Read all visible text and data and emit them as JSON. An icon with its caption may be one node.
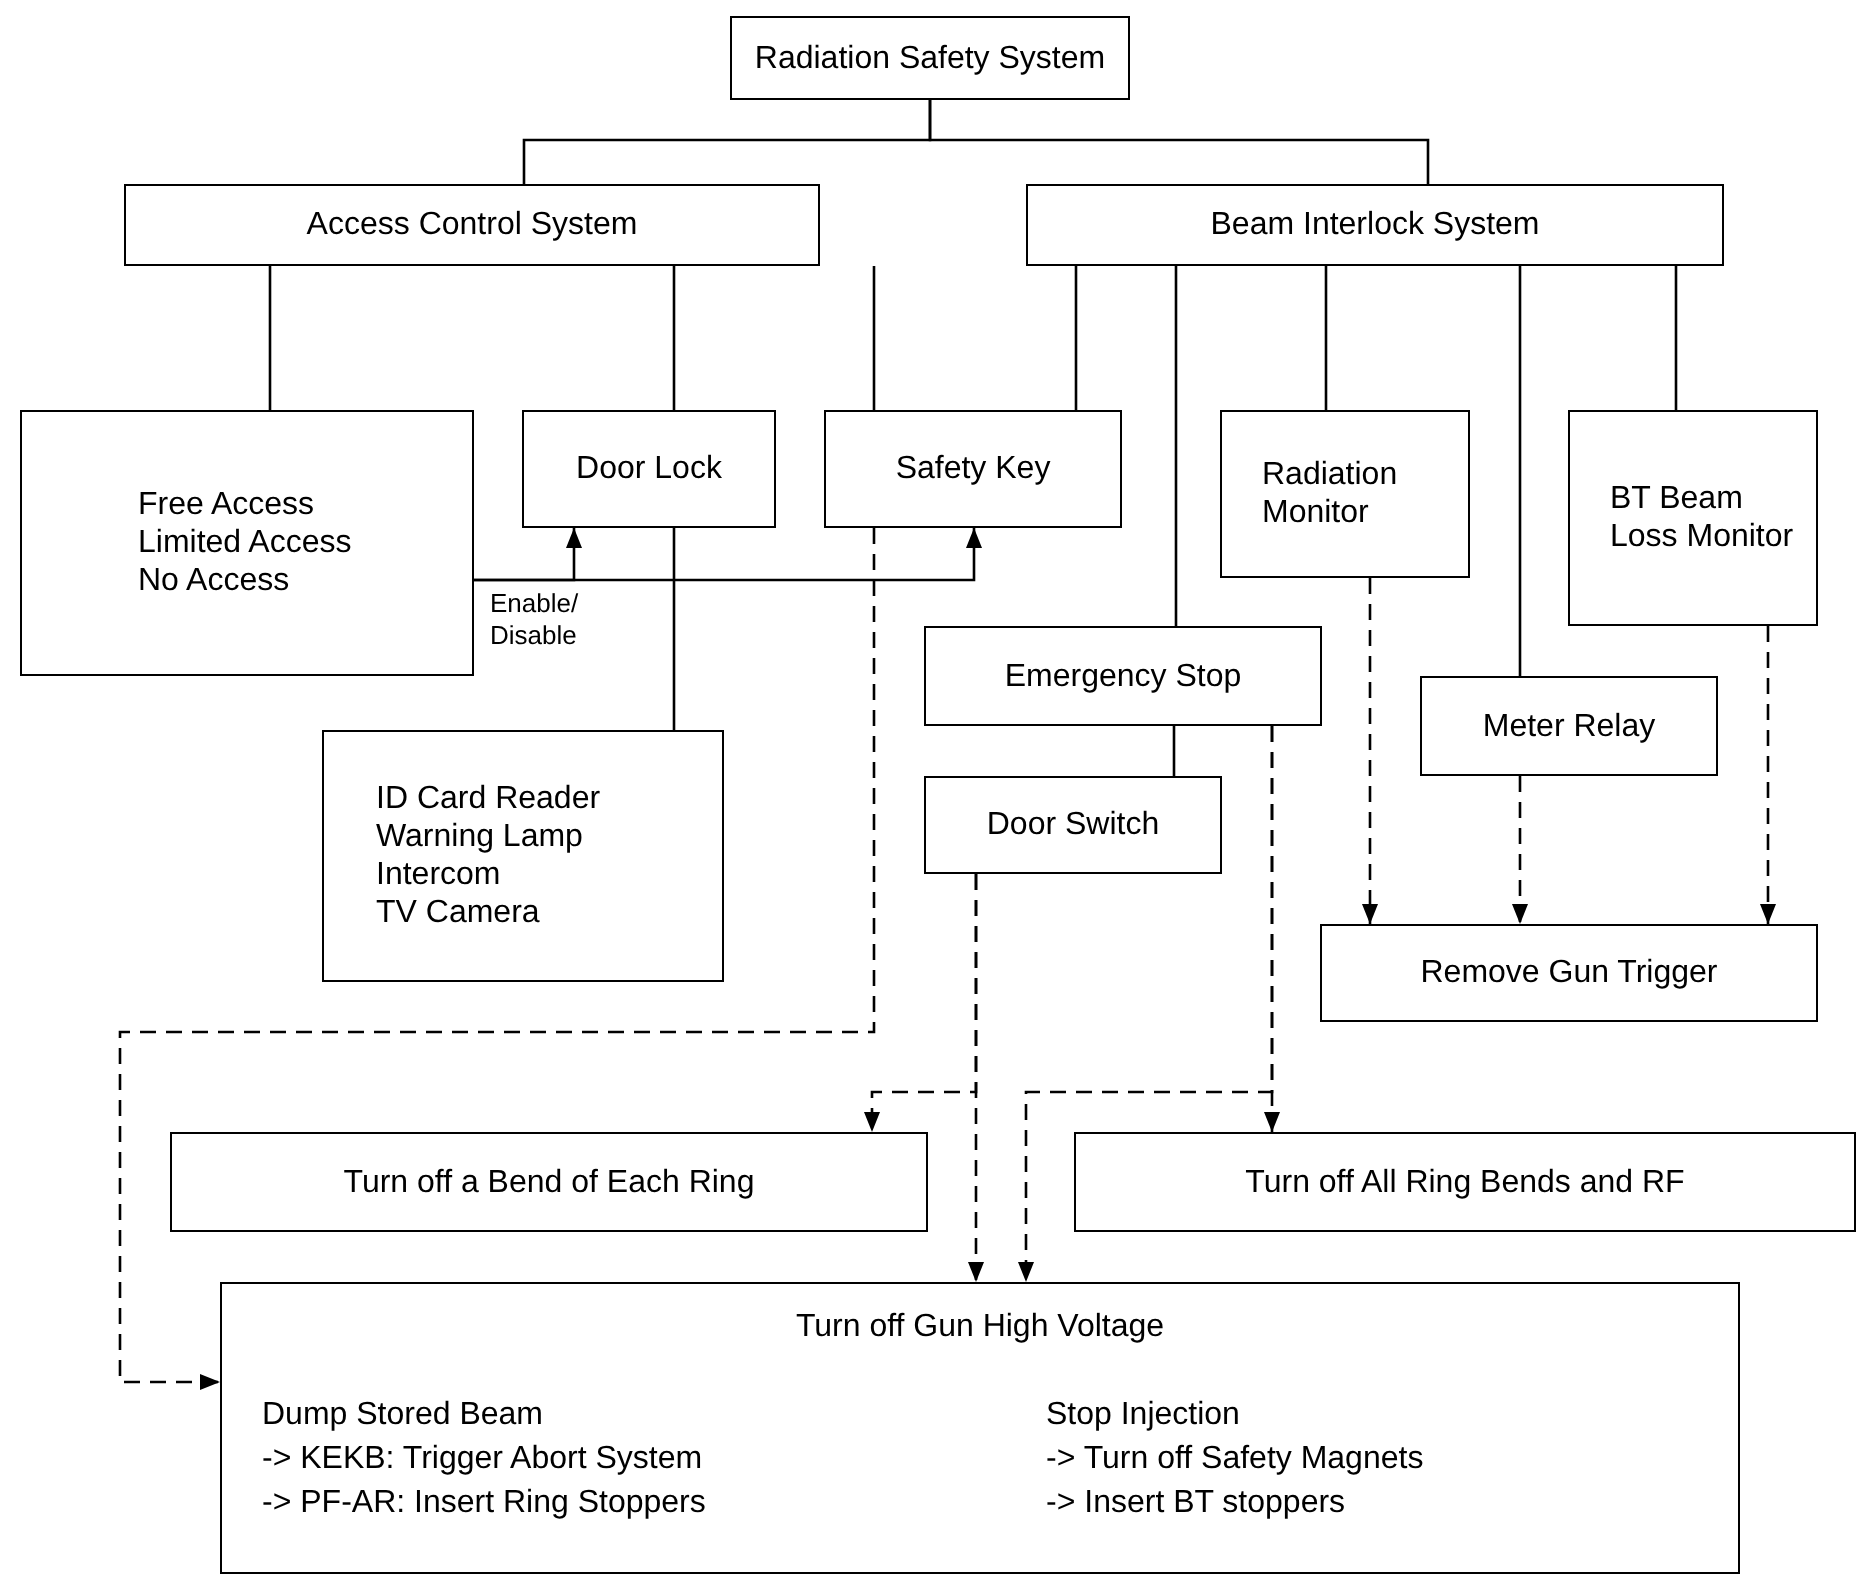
{
  "diagram": {
    "nodes": [
      {
        "text": [
          "Radiation Safety System"
        ]
      },
      {
        "text": [
          "Access Control System"
        ]
      },
      {
        "text": [
          "Beam Interlock System"
        ]
      },
      {
        "text": [
          "Free Access",
          "Limited Access",
          "No Access"
        ]
      },
      {
        "text": [
          "Door Lock"
        ]
      },
      {
        "text": [
          "Safety Key"
        ]
      },
      {
        "text": [
          "Radiation Monitor"
        ]
      },
      {
        "text": [
          "BT Beam Loss Monitor"
        ]
      },
      {
        "text": [
          "Emergency Stop"
        ]
      },
      {
        "text": [
          "Meter Relay"
        ]
      },
      {
        "text": [
          "Door Switch"
        ]
      },
      {
        "text": [
          "ID Card Reader",
          "Warning Lamp",
          "Intercom",
          "TV Camera"
        ]
      },
      {
        "text": [
          "Remove Gun Trigger"
        ]
      },
      {
        "text": [
          "Turn off a Bend of Each Ring"
        ]
      },
      {
        "text": [
          "Turn off All Ring Bends and RF"
        ]
      },
      {
        "text": [
          "Turn off Gun High Voltage",
          "Dump Stored Beam",
          "-> KEKB: Trigger Abort System",
          "-> PF-AR: Insert Ring Stoppers",
          "Stop Injection",
          "-> Turn off Safety Magnets",
          "-> Insert BT stoppers"
        ]
      }
    ],
    "edges": [
      {
        "from": 0,
        "to": 1,
        "arrow": "none"
      },
      {
        "from": 0,
        "to": 2,
        "arrow": "none"
      },
      {
        "from": 1,
        "to": 3,
        "arrow": "none"
      },
      {
        "from": 1,
        "to": 4,
        "arrow": "none"
      },
      {
        "from": 1,
        "to": 5,
        "arrow": "none"
      },
      {
        "from": 2,
        "to": 5,
        "arrow": "none"
      },
      {
        "from": 2,
        "to": 8,
        "arrow": "none"
      },
      {
        "from": 2,
        "to": 6,
        "arrow": "none"
      },
      {
        "from": 2,
        "to": 9,
        "arrow": "none"
      },
      {
        "from": 2,
        "to": 7,
        "arrow": "none"
      },
      {
        "from": 4,
        "to": 11,
        "arrow": "none"
      },
      {
        "from": 3,
        "to": 4,
        "arrow": "to",
        "label": "Enable/ Disable"
      },
      {
        "from": 3,
        "to": 5,
        "arrow": "to"
      },
      {
        "from": 8,
        "to": 10,
        "arrow": "none"
      },
      {
        "from": 6,
        "to": 12,
        "arrow": "to",
        "style": "dashed"
      },
      {
        "from": 9,
        "to": 12,
        "arrow": "to",
        "style": "dashed"
      },
      {
        "from": 7,
        "to": 12,
        "arrow": "to",
        "style": "dashed"
      },
      {
        "from": 5,
        "to": 15,
        "arrow": "to",
        "style": "dashed"
      },
      {
        "from": 10,
        "to": 13,
        "arrow": "to",
        "style": "dashed"
      },
      {
        "from": 10,
        "to": 15,
        "arrow": "to",
        "style": "dashed"
      },
      {
        "from": 8,
        "to": 14,
        "arrow": "to",
        "style": "dashed"
      },
      {
        "from": 8,
        "to": 15,
        "arrow": "to",
        "style": "dashed"
      }
    ]
  }
}
